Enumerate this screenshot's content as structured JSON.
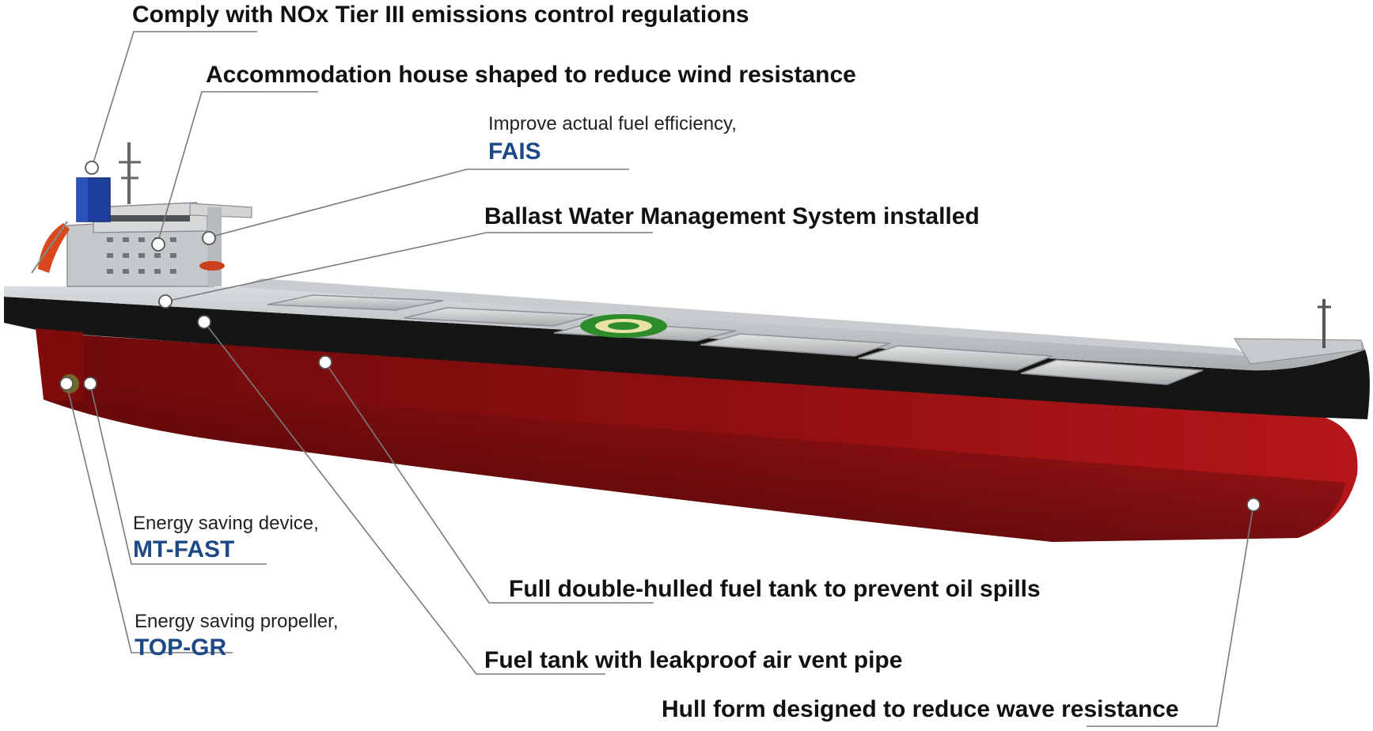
{
  "callouts": {
    "nox": "Comply with NOx Tier III emissions control regulations",
    "accommodation": "Accommodation house shaped to reduce wind resistance",
    "fais_prefix": "Improve actual fuel efficiency,",
    "fais_name": "FAIS",
    "ballast": "Ballast Water Management System installed",
    "double_hull": "Full double-hulled fuel tank to prevent oil spills",
    "vent_pipe": "Fuel tank with leakproof air vent pipe",
    "hull_form": "Hull form designed to reduce wave resistance",
    "mtfast_prefix": "Energy saving device,",
    "mtfast_name": "MT-FAST",
    "topgr_prefix": "Energy saving propeller,",
    "topgr_name": "TOP-GR"
  },
  "colors": {
    "hull_red": "#8e0f10",
    "hull_black": "#151515",
    "deck_grey": "#bfc3c6",
    "funnel_blue": "#1f3f9e",
    "lifeboat_orange": "#d9471c",
    "brand_blue": "#1d4a86",
    "leader_line": "#7a7a7a"
  }
}
